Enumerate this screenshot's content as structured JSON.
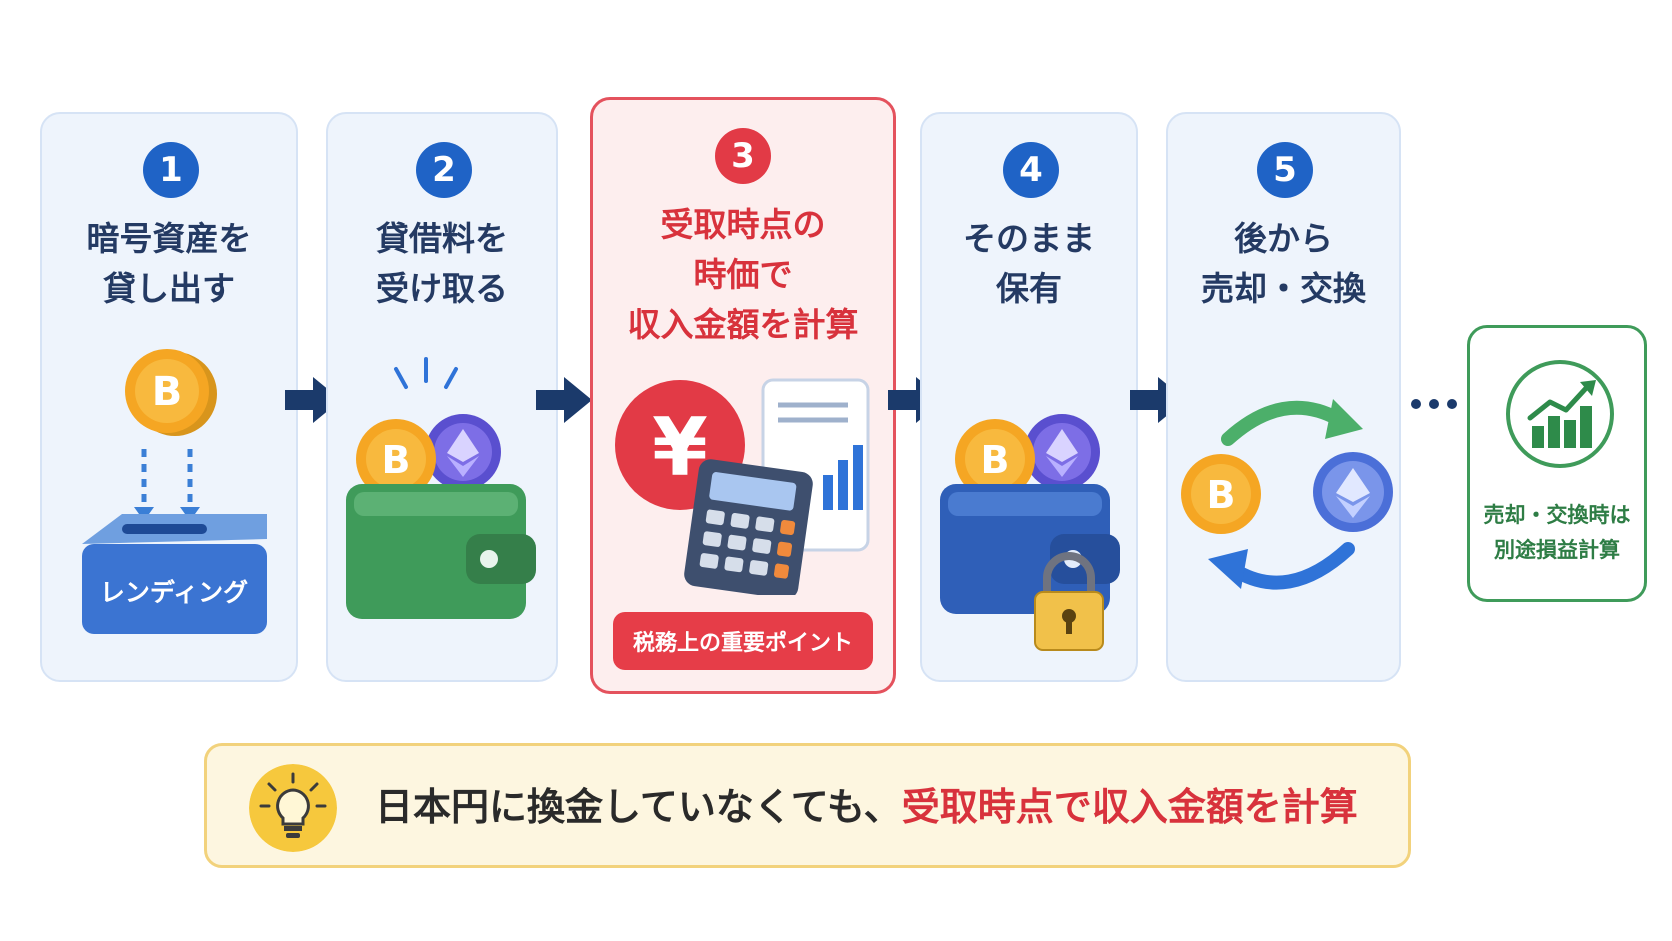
{
  "steps": [
    {
      "number": "1",
      "title": "暗号資産を\n貸し出す",
      "label": "レンディング"
    },
    {
      "number": "2",
      "title": "貸借料を\n受け取る"
    },
    {
      "number": "3",
      "title": "受取時点の\n時価で\n収入金額を計算",
      "currency_symbol": "¥",
      "badge": "税務上の重要ポイント"
    },
    {
      "number": "4",
      "title": "そのまま\n保有"
    },
    {
      "number": "5",
      "title": "後から\n売却・交換"
    }
  ],
  "side_note": {
    "text": "売却・交換時は\n別途損益計算"
  },
  "bottom": {
    "text_main": "日本円に換金していなくても、",
    "text_emphasis": "受取時点で収入金額を計算"
  },
  "colors": {
    "blue": "#1f63c6",
    "red": "#e23a46",
    "green": "#3f9b5a",
    "navy": "#1b3a6b",
    "yellow_bg": "#fdf6e0"
  },
  "icons": [
    "bitcoin-icon",
    "ethereum-icon",
    "wallet-icon",
    "yen-icon",
    "calculator-icon",
    "document-chart-icon",
    "lock-icon",
    "exchange-arrows-icon",
    "chart-up-icon",
    "lightbulb-icon",
    "arrow-right-icon"
  ]
}
